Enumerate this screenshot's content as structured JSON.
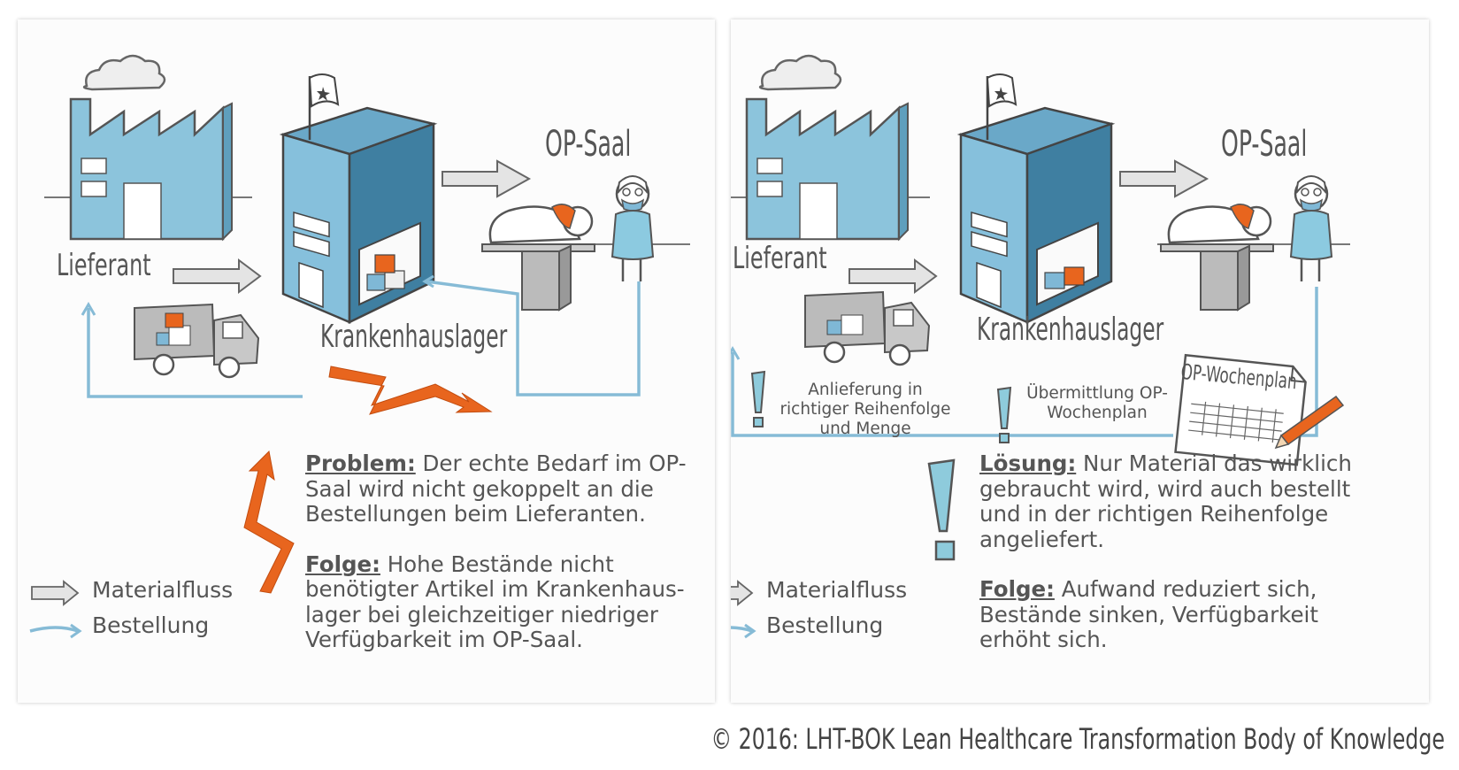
{
  "left": {
    "supplier_label": "Lieferant",
    "warehouse_label": "Krankenhauslager",
    "or_label": "OP-Saal",
    "problem_heading": "Problem:",
    "problem_text": "Der echte Bedarf im OP-Saal wird nicht gekoppelt an die Bestellungen beim Lieferanten.",
    "consequence_heading": "Folge:",
    "consequence_text": "Hohe Bestände nicht benötigter Artikel im Krankenhaus-lager bei gleichzeitiger niedriger Verfügbarkeit im OP-Saal.",
    "legend": {
      "material": "Materialfluss",
      "order": "Bestellung"
    }
  },
  "right": {
    "supplier_label": "Lieferant",
    "warehouse_label": "Krankenhauslager",
    "or_label": "OP-Saal",
    "delivery_note": "Anlieferung in richtiger Reihenfolge und Menge",
    "transfer_note": "Übermittlung OP-Wochenplan",
    "weekly_plan_title": "OP-Wochenplan",
    "solution_heading": "Lösung:",
    "solution_text": "Nur Material das wirklich gebraucht wird, wird auch bestellt und in der richtigen Reihenfolge angeliefert.",
    "consequence_heading": "Folge:",
    "consequence_text": "Aufwand reduziert sich, Bestände sinken, Verfügbarkeit erhöht sich.",
    "legend": {
      "material": "Materialfluss",
      "order": "Bestellung"
    }
  },
  "copyright": "© 2016: LHT-BOK Lean Healthcare Transformation Body of Knowledge",
  "colors": {
    "building_blue": "#7fb8d6",
    "building_dark": "#4d88a8",
    "order_line": "#86bbd6",
    "alert_orange": "#e8651e",
    "exclamation": "#8ecbdc",
    "material_gray": "#d5d5d5"
  }
}
